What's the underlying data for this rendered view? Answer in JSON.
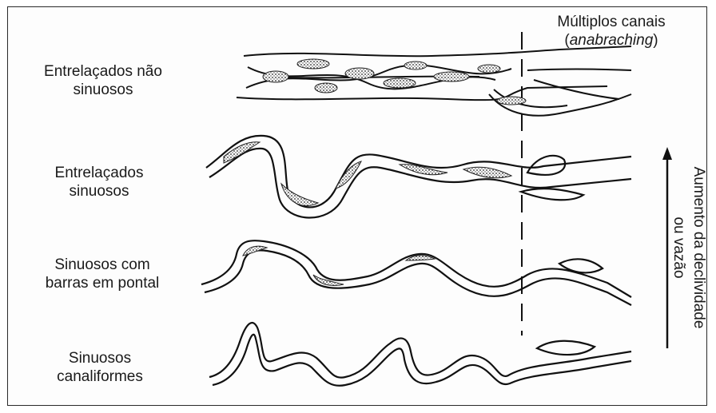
{
  "labels": {
    "braided_straight": [
      "Entrelaçados não",
      "sinuosos"
    ],
    "braided_sinuous": [
      "Entrelaçados",
      "sinuosos"
    ],
    "meander_pointbar": [
      "Sinuosos com",
      "barras em pontal"
    ],
    "meander_channel": [
      "Sinuosos",
      "canaliformes"
    ]
  },
  "anabranching": {
    "line1": "Múltiplos canais",
    "line2_open": "(",
    "line2_term": "anabraching",
    "line2_close": ")"
  },
  "gradient_axis": {
    "line1": "Aumento da declividade",
    "line2": "ou vazão"
  }
}
